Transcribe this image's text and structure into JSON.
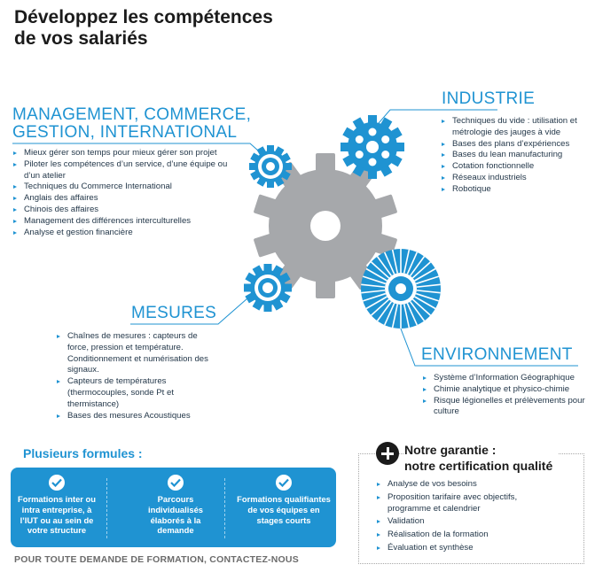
{
  "title": {
    "line1": "Développez les compétences",
    "line2": "de vos salariés"
  },
  "sections": {
    "management": {
      "title_line1": "MANAGEMENT, COMMERCE,",
      "title_line2": "GESTION, INTERNATIONAL",
      "items": [
        "Mieux gérer son temps pour mieux gérer son projet",
        "Piloter les compétences d’un service, d’une équipe ou d’un atelier",
        "Techniques du Commerce International",
        "Anglais des affaires",
        "Chinois des affaires",
        "Management des différences interculturelles",
        "Analyse et gestion financière"
      ]
    },
    "industrie": {
      "title": "INDUSTRIE",
      "items": [
        "Techniques du vide : utilisation et métrologie des jauges à vide",
        "Bases des plans d’expériences",
        "Bases du lean manufacturing",
        "Cotation fonctionnelle",
        "Réseaux industriels",
        "Robotique"
      ]
    },
    "mesures": {
      "title": "MESURES",
      "items": [
        "Chaînes de mesures : capteurs de force, pression et température. Conditionnement et numérisation des signaux.",
        "Capteurs de températures (thermocouples, sonde Pt et thermistance)",
        "Bases des mesures Acoustiques"
      ]
    },
    "environnement": {
      "title": "ENVIRONNEMENT",
      "items": [
        "Système d’Information Géographique",
        "Chimie analytique et physico-chimie",
        "Risque légionelles et prélèvements pour culture"
      ]
    }
  },
  "formulas": {
    "title": "Plusieurs formules :",
    "columns": [
      "Formations inter ou intra entreprise, à l’IUT ou au sein de votre structure",
      "Parcours individualisés élaborés à la demande",
      "Formations qualifiantes de vos équipes en stages courts"
    ]
  },
  "contact": "POUR TOUTE DEMANDE DE FORMATION, CONTACTEZ-NOUS",
  "guarantee": {
    "title_line1": "Notre garantie :",
    "title_line2": "notre certification qualité",
    "items": [
      "Analyse de vos besoins",
      "Proposition tarifaire avec objectifs, programme et calendrier",
      "Validation",
      "Réalisation de la formation",
      "Évaluation et synthèse"
    ]
  },
  "colors": {
    "accent": "#1f93d2",
    "gear_grey": "#a6a8ab",
    "text": "#24384a",
    "title": "#1b1b1b"
  },
  "icons": [
    "gear-grey-icon",
    "gear-blue-icon",
    "turbine-icon",
    "check-icon",
    "plus-circle-icon"
  ]
}
